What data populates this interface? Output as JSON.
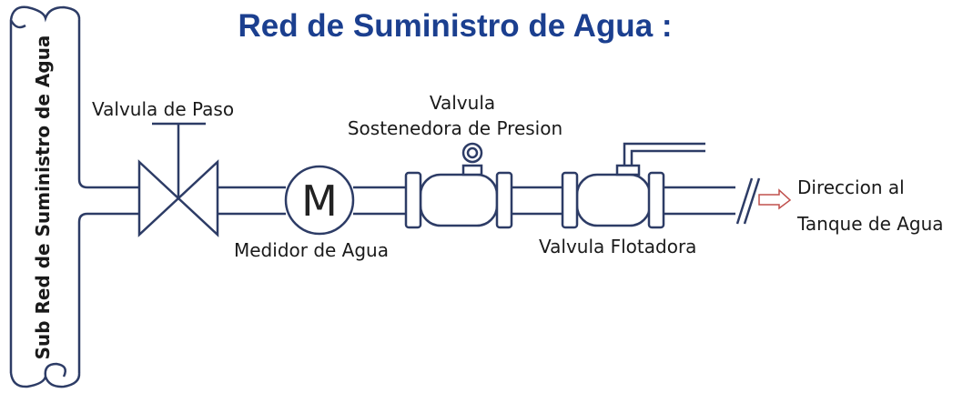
{
  "title": "Red de Suministro de Agua :",
  "labels": {
    "main_pipe": "Sub Red de Suministro de Agua",
    "gate_valve": "Valvula de Paso",
    "meter": "Medidor de Agua",
    "meter_symbol": "M",
    "pressure_valve_line1": "Valvula",
    "pressure_valve_line2": "Sostenedora de Presion",
    "float_valve": "Valvula Flotadora",
    "direction_line1": "Direccion al",
    "direction_line2": "Tanque de Agua"
  },
  "colors": {
    "title": "#1b3f8f",
    "pipe": "#2d3c66",
    "arrow": "#c0504d"
  }
}
